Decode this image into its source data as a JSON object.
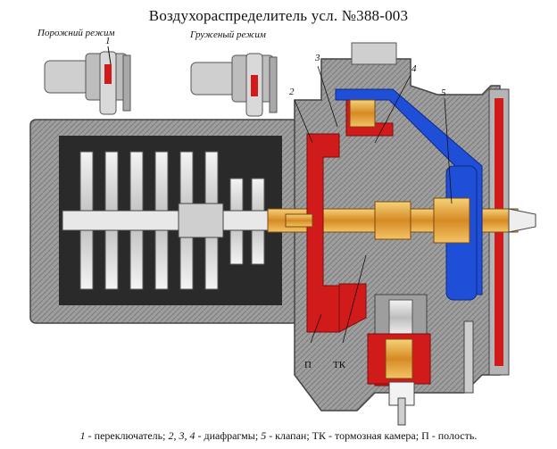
{
  "title": "Воздухораспределитель усл. №388-003",
  "modes": {
    "empty": "Порожний режим",
    "loaded": "Груженый режим"
  },
  "callouts": {
    "c1": "1",
    "c2": "2",
    "c3": "3",
    "c4": "4",
    "c5": "5",
    "p": "П",
    "tk": "ТК"
  },
  "legend": {
    "n1": "1",
    "t1": " - переключатель; ",
    "n2": "2, 3, 4",
    "t2": " - диафрагмы; ",
    "n3": "5",
    "t3": " - клапан; ТК - тормозная камера; П - полость."
  },
  "colors": {
    "body": "#9e9e9e",
    "body_dark": "#6f6f6f",
    "cavity": "#2a2a2a",
    "red": "#d11b1b",
    "blue": "#1f4fd6",
    "brass": "#e0a23a",
    "white": "#f2f2f2"
  }
}
